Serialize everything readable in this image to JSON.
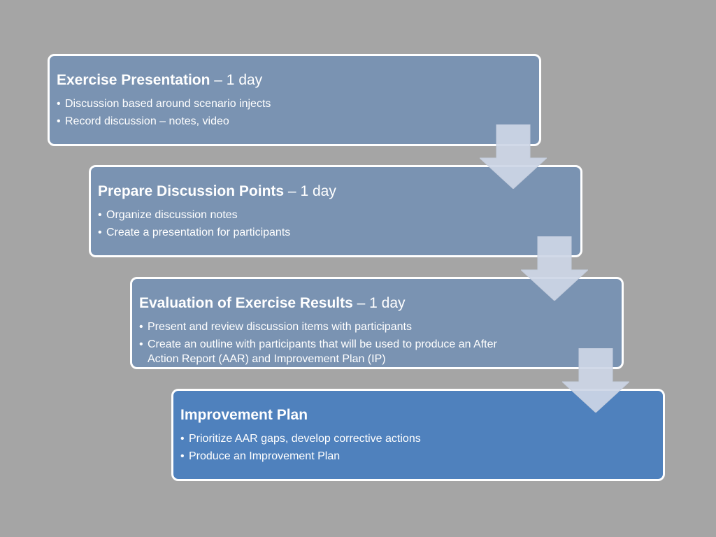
{
  "colors": {
    "background": "#a5a5a5",
    "box_muted": "#7a93b2",
    "box_highlight": "#4f81bd",
    "arrow_fill": "#cdd6e6",
    "border": "#ffffff",
    "text": "#ffffff"
  },
  "steps": [
    {
      "title": "Exercise Presentation",
      "duration": " – 1 day",
      "bullets": [
        "Discussion based around scenario injects",
        "Record discussion – notes, video"
      ]
    },
    {
      "title": "Prepare Discussion Points",
      "duration": " – 1 day",
      "bullets": [
        "Organize discussion notes",
        "Create a presentation for participants"
      ]
    },
    {
      "title": "Evaluation of Exercise Results",
      "duration": " – 1 day",
      "bullets": [
        "Present and review discussion items with participants",
        "Create an outline with participants that will be used to produce an After Action Report (AAR) and Improvement Plan (IP)"
      ]
    },
    {
      "title": "Improvement Plan",
      "duration": "",
      "bullets": [
        "Prioritize AAR gaps, develop corrective actions",
        "Produce an Improvement Plan"
      ]
    }
  ],
  "bullet_symbol": "•",
  "arrow_icon": "arrow-down-icon"
}
